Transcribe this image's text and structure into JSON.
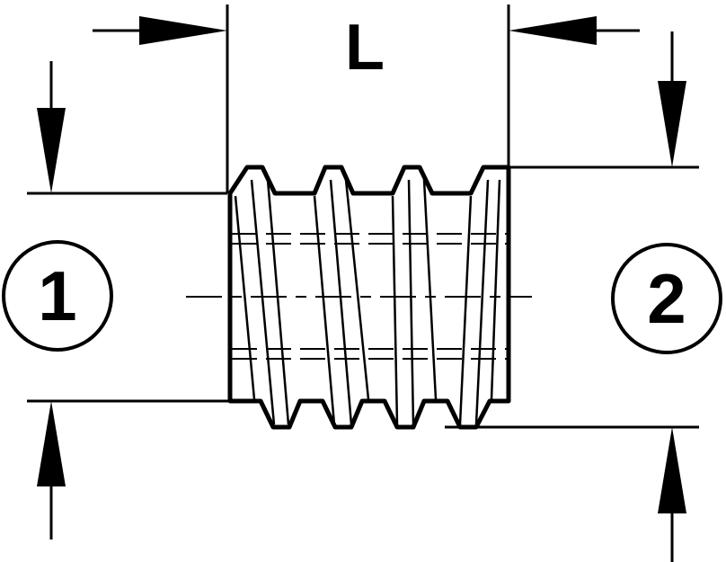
{
  "diagram": {
    "length_label": "L",
    "callout_left": "1",
    "callout_right": "2"
  },
  "colors": {
    "line": "#000000",
    "background": "#ffffff"
  }
}
